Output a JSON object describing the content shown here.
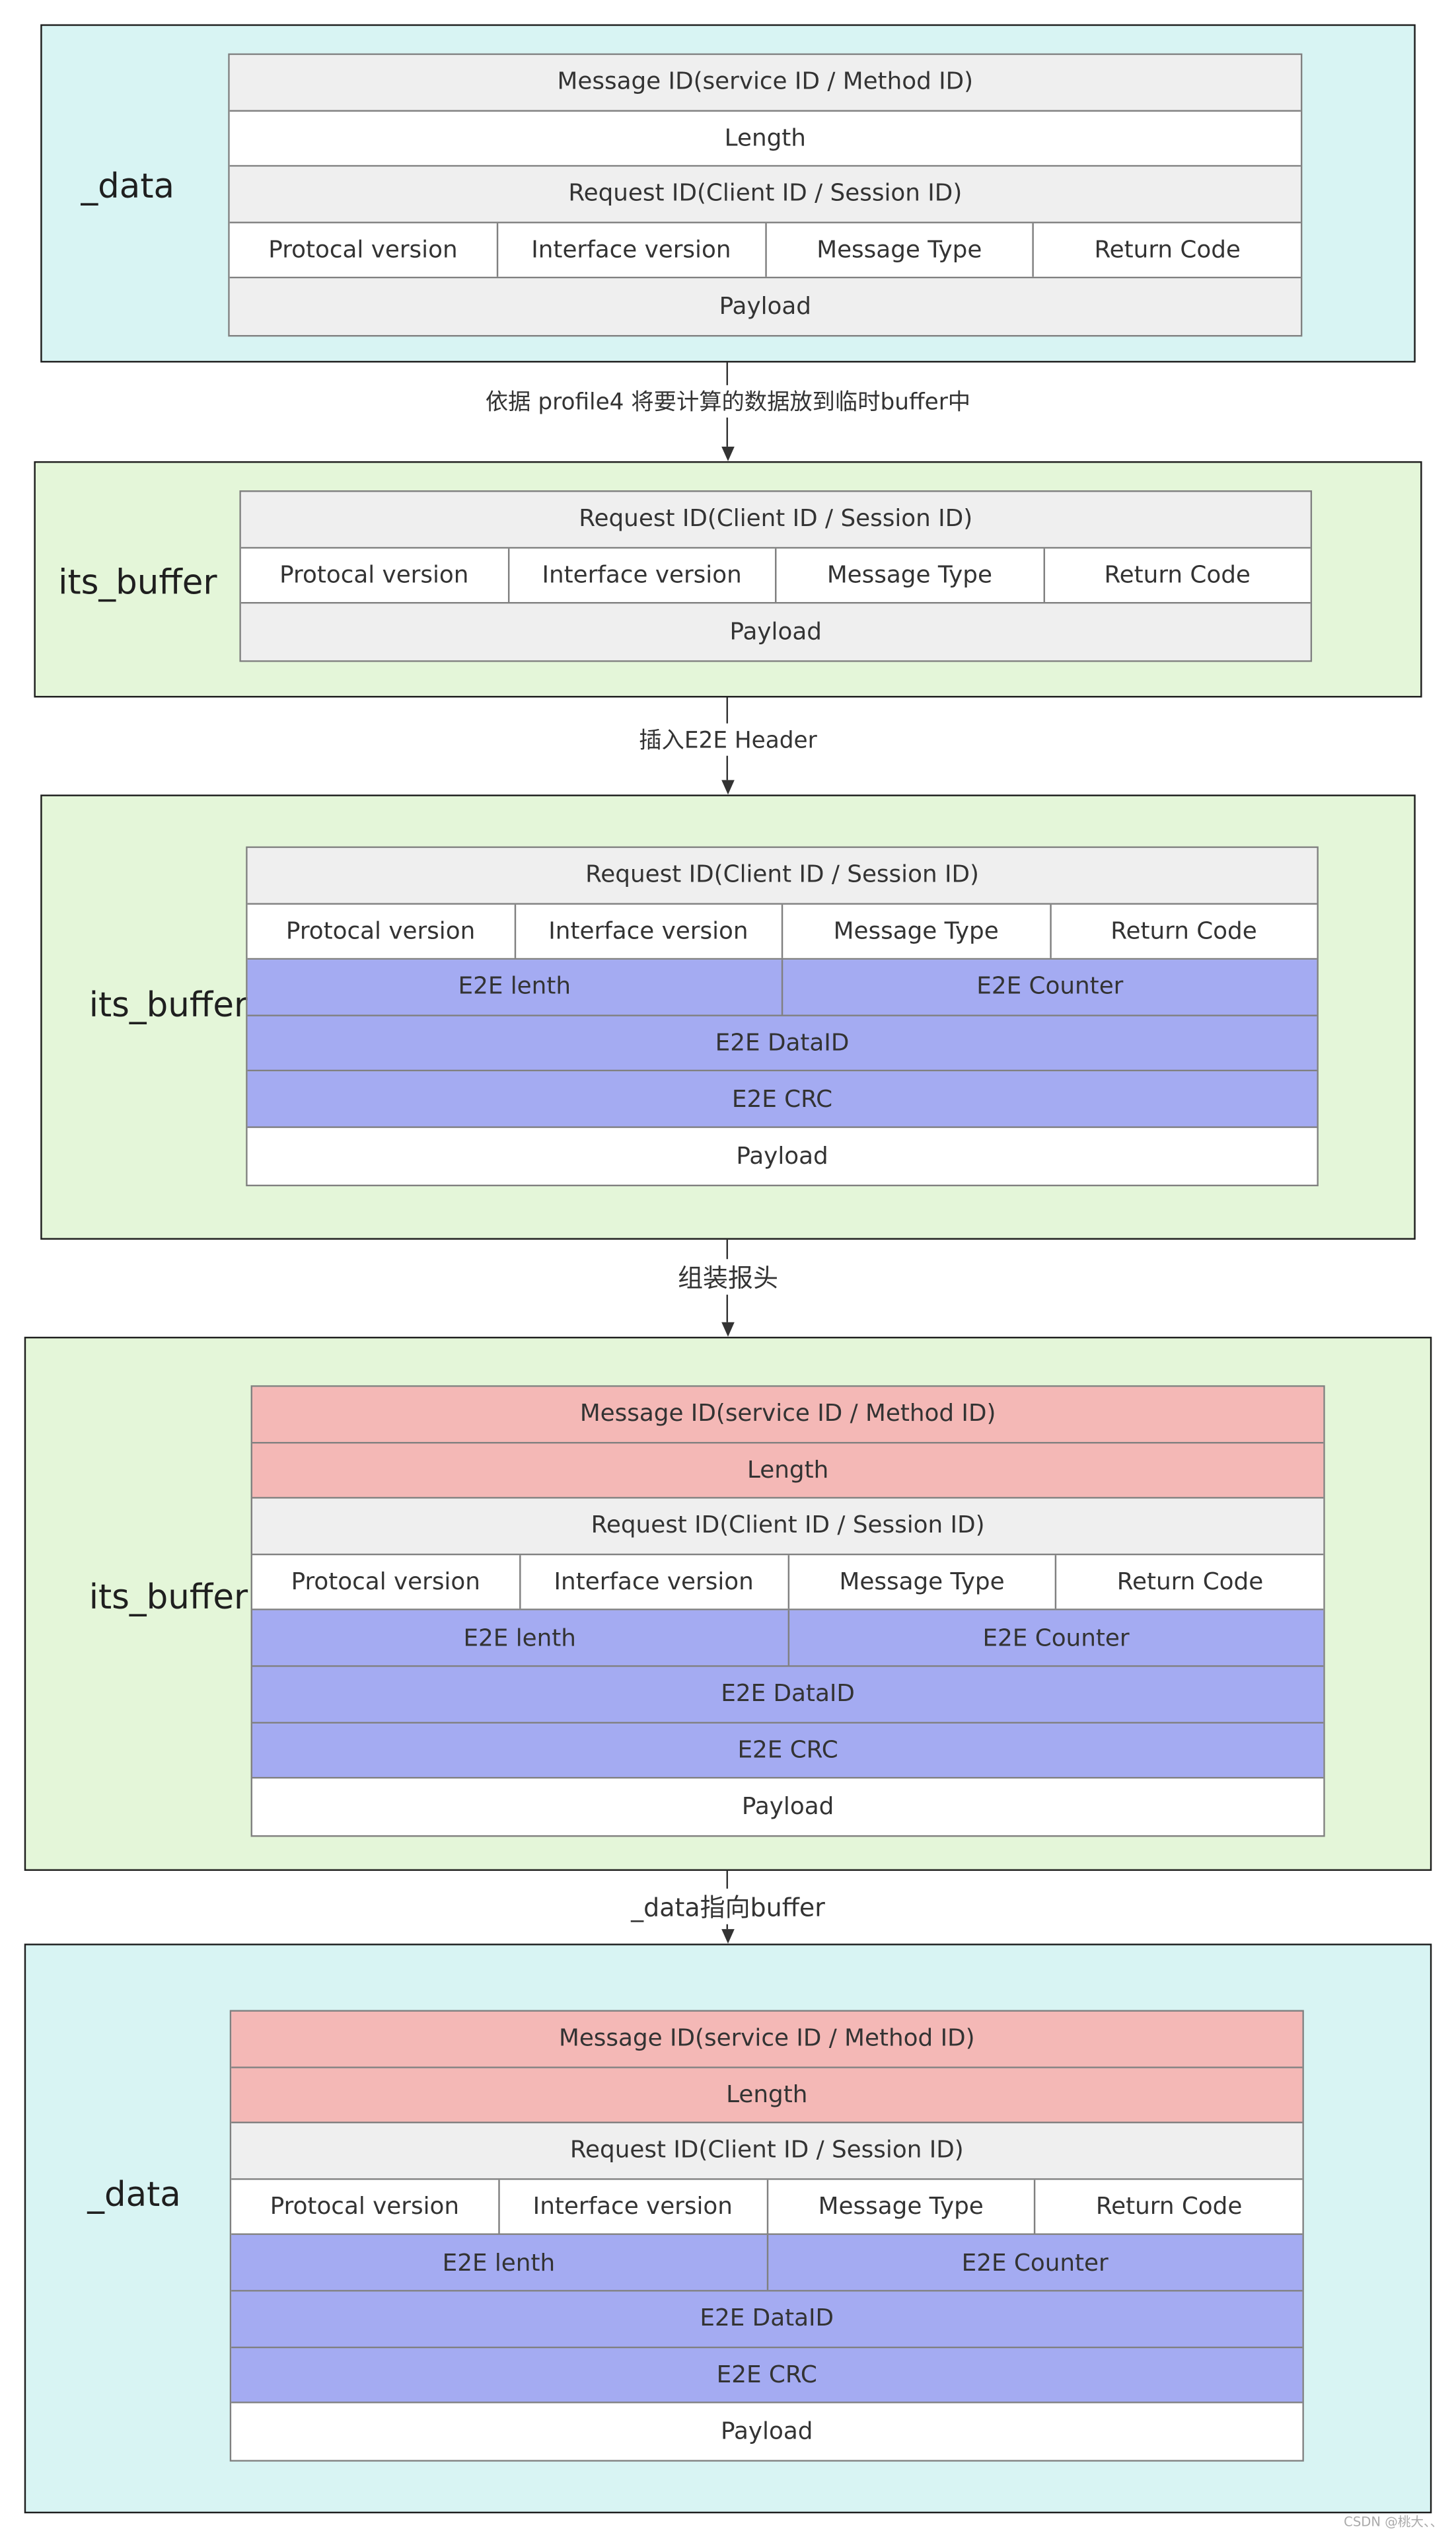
{
  "fields": {
    "message_id": "Message ID(service ID / Method ID)",
    "length": "Length",
    "request_id": "Request ID(Client ID / Session ID)",
    "protocal_version": "Protocal version",
    "interface_version": "Interface version",
    "message_type": "Message Type",
    "return_code": "Return Code",
    "payload": "Payload",
    "e2e_lenth": "E2E lenth",
    "e2e_counter": "E2E Counter",
    "e2e_dataid": "E2E DataID",
    "e2e_crc": "E2E CRC"
  },
  "panels": [
    {
      "label": "_data"
    },
    {
      "label": "its_buffer"
    },
    {
      "label": "its_buffer"
    },
    {
      "label": "its_buffer"
    },
    {
      "label": "_data"
    }
  ],
  "arrows": [
    {
      "label": "依据 profile4 将要计算的数据放到临时buffer中"
    },
    {
      "label": "插入E2E Header"
    },
    {
      "label": "组装报头"
    },
    {
      "label": "_data指向buffer"
    }
  ],
  "watermark": "CSDN @桃大、、",
  "colors": {
    "cyan_panel": "#d8f4f3",
    "green_panel": "#e4f6d9",
    "gray_cell": "#efefef",
    "blue_cell": "#a4abf2",
    "red_cell": "#f4b8b6"
  }
}
